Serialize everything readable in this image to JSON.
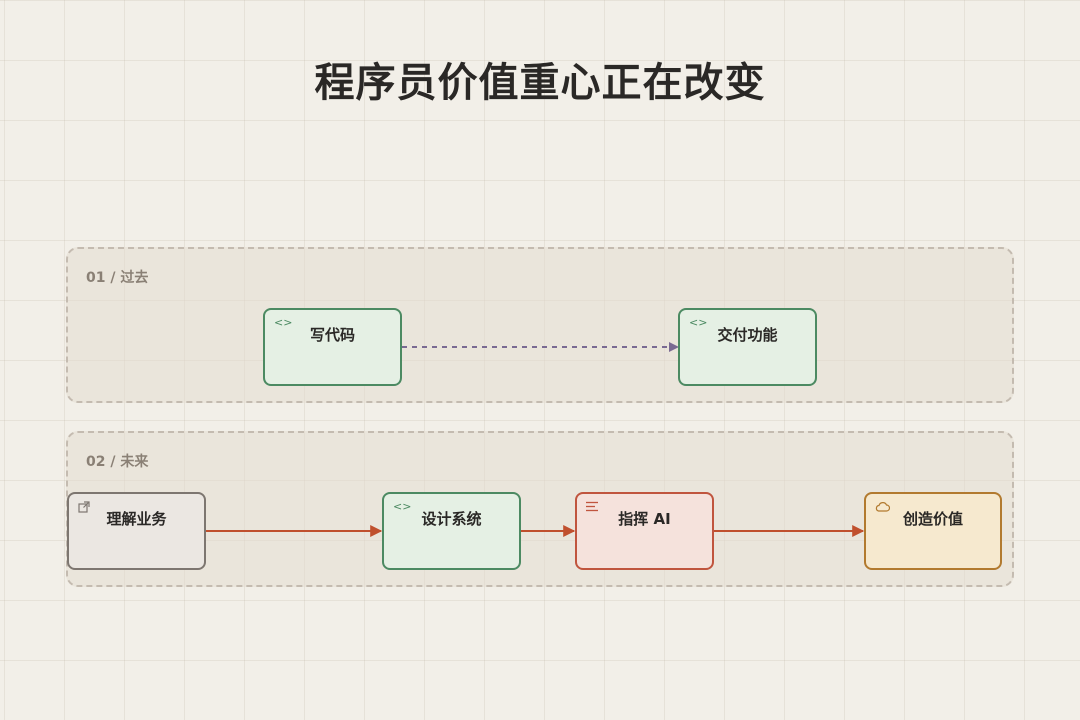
{
  "title": "程序员价值重心正在改变",
  "groups": [
    {
      "label": "01 / 过去",
      "nodes": [
        {
          "label": "写代码",
          "icon": "code-icon"
        },
        {
          "label": "交付功能",
          "icon": "code-icon"
        }
      ],
      "edge_style": "dashed",
      "edge_color": "#7a6a92"
    },
    {
      "label": "02 / 未来",
      "nodes": [
        {
          "label": "理解业务",
          "icon": "external-link-icon"
        },
        {
          "label": "设计系统",
          "icon": "code-icon"
        },
        {
          "label": "指挥 AI",
          "icon": "list-icon"
        },
        {
          "label": "创造价值",
          "icon": "cloud-icon"
        }
      ],
      "edge_style": "solid",
      "edge_color": "#c0502e"
    }
  ],
  "colors": {
    "green": "#4c8a62",
    "gray": "#7d7670",
    "red": "#c0553e",
    "amber": "#b27a2f",
    "background": "#f2efe8"
  }
}
